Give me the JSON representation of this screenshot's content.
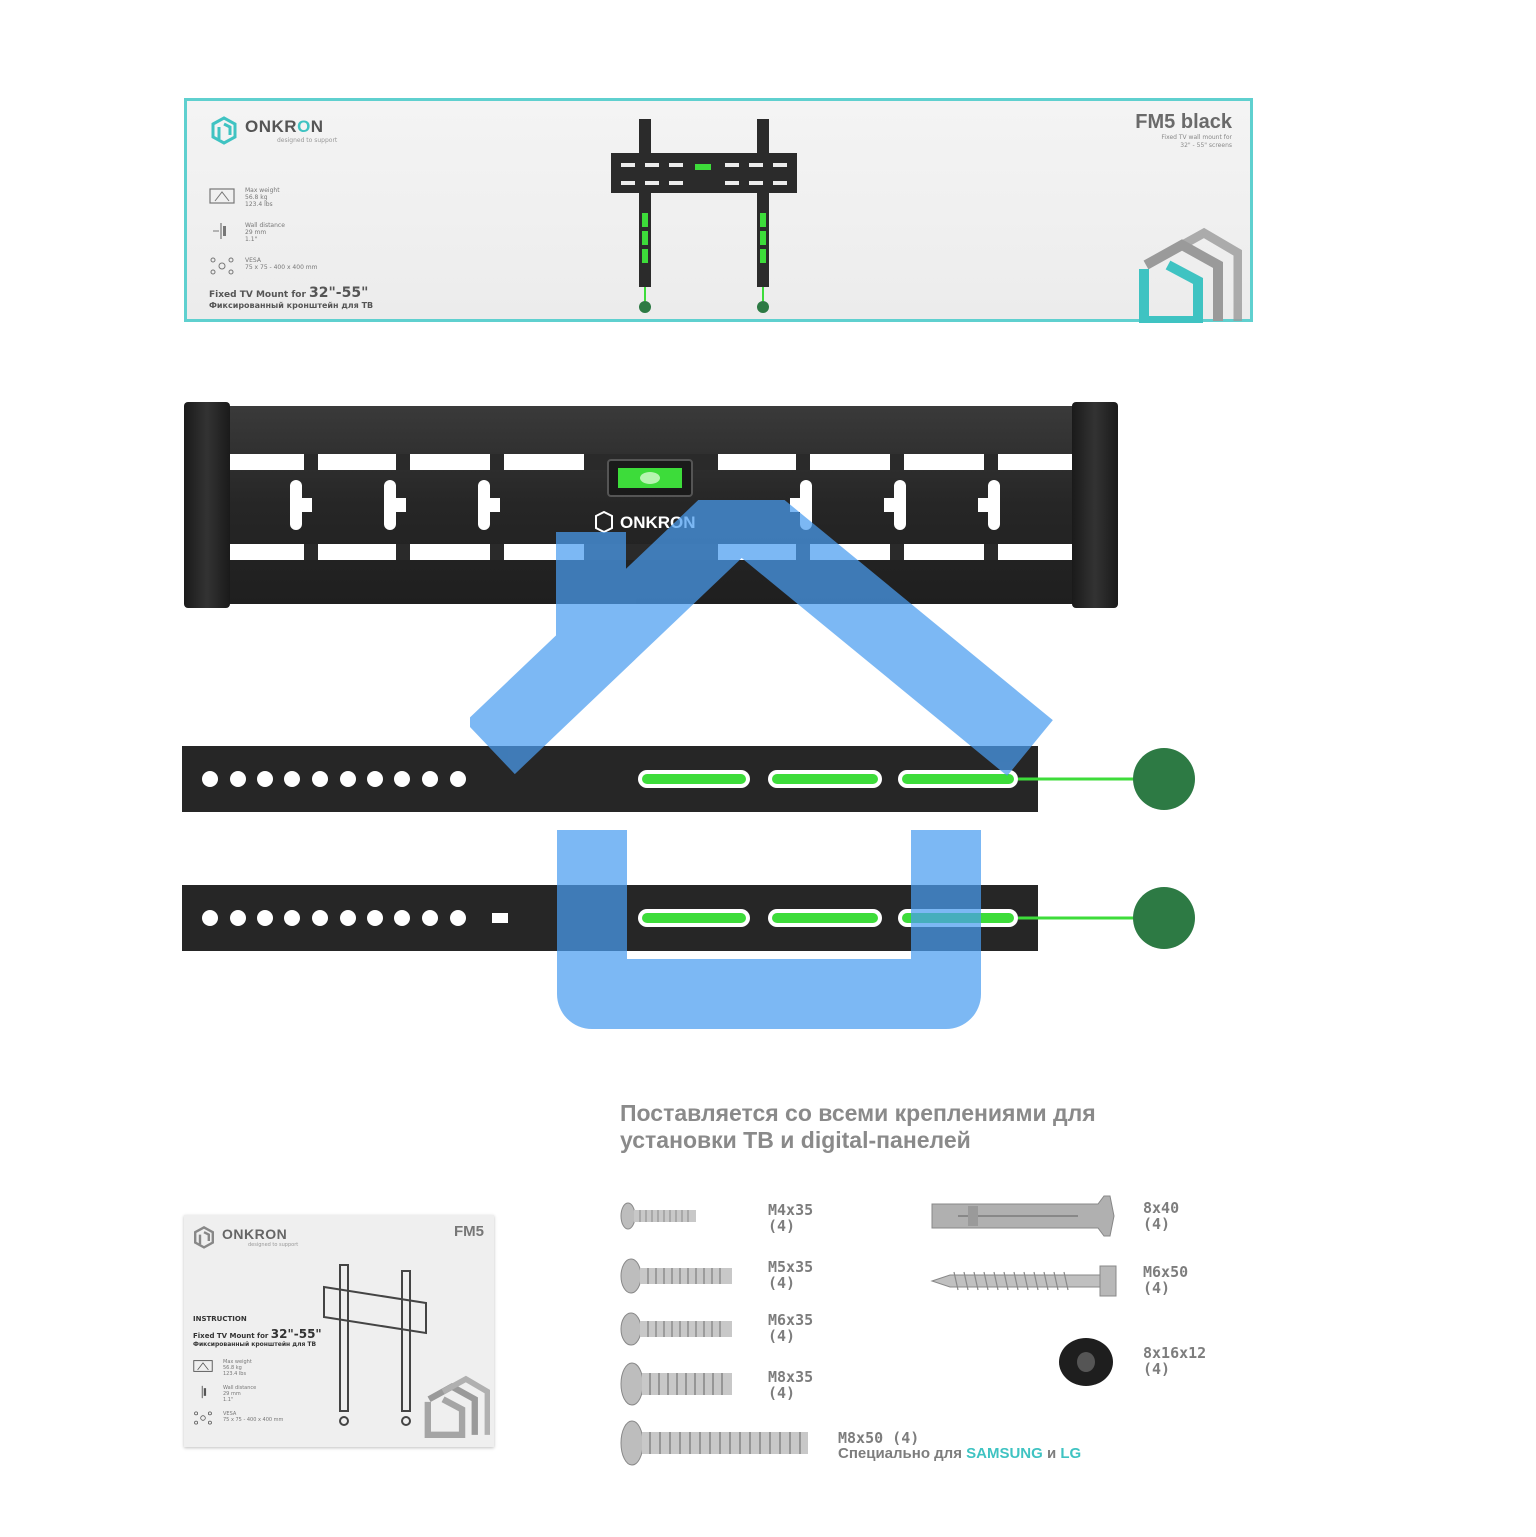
{
  "colors": {
    "brand_teal": "#3fc3c2",
    "green_accent": "#3ddc3a",
    "green_knob": "#2d7a44",
    "metal_black": "#2b2b2b",
    "overlay_blue": "#4a9df0",
    "heading_grey": "#8a8a8a"
  },
  "box": {
    "brand": {
      "part1": "ONKR",
      "part2": "O",
      "part3": "N",
      "tagline": "designed to support"
    },
    "model": "FM5 black",
    "model_sub1": "Fixed TV wall mount for",
    "model_sub2": "32\" - 55\" screens",
    "specs": [
      {
        "icon": "weight-icon",
        "text": "Max weight\n56.8 kg\n123.4 lbs"
      },
      {
        "icon": "wall-distance-icon",
        "text": "Wall distance\n29 mm\n1.1\""
      },
      {
        "icon": "vesa-icon",
        "text": "VESA\n75 x 75 - 400 x 400 mm"
      }
    ],
    "product_line_prefix": "Fixed TV Mount for ",
    "product_line_size": "32\"-55\"",
    "product_line_ru": "Фиксированный кронштейн для ТВ"
  },
  "wallplate": {
    "brand": "ONKRON"
  },
  "accessories": {
    "heading_line1": "Поставляется со всеми креплениями для",
    "heading_line2": "установки ТВ и digital-панелей",
    "items": [
      {
        "name": "M4x35",
        "qty": "(4)"
      },
      {
        "name": "M5x35",
        "qty": "(4)"
      },
      {
        "name": "M6x35",
        "qty": "(4)"
      },
      {
        "name": "M8x35",
        "qty": "(4)"
      },
      {
        "name": "8x40",
        "qty": "(4)"
      },
      {
        "name": "M6x50",
        "qty": "(4)"
      },
      {
        "name": "8x16x12",
        "qty": "(4)"
      }
    ],
    "special": {
      "name": "M8x50 (4)",
      "note_prefix": "Специально для ",
      "brand1": "SAMSUNG",
      "conj": " и ",
      "brand2": "LG"
    }
  },
  "manual": {
    "brand": {
      "part1": "ONKR",
      "part2": "O",
      "part3": "N",
      "tagline": "designed to support"
    },
    "model": "FM5",
    "title": "INSTRUCTION",
    "product_line_prefix": "Fixed TV Mount for ",
    "product_line_size": "32\"-55\"",
    "product_line_ru": "Фиксированный кронштейн для ТВ",
    "specs": [
      {
        "icon": "weight-icon",
        "text": "Max weight\n56.8 kg\n123.4 lbs"
      },
      {
        "icon": "wall-distance-icon",
        "text": "Wall distance\n29 mm\n1.1\""
      },
      {
        "icon": "vesa-icon",
        "text": "VESA\n75 x 75 - 400 x 400 mm"
      }
    ]
  }
}
